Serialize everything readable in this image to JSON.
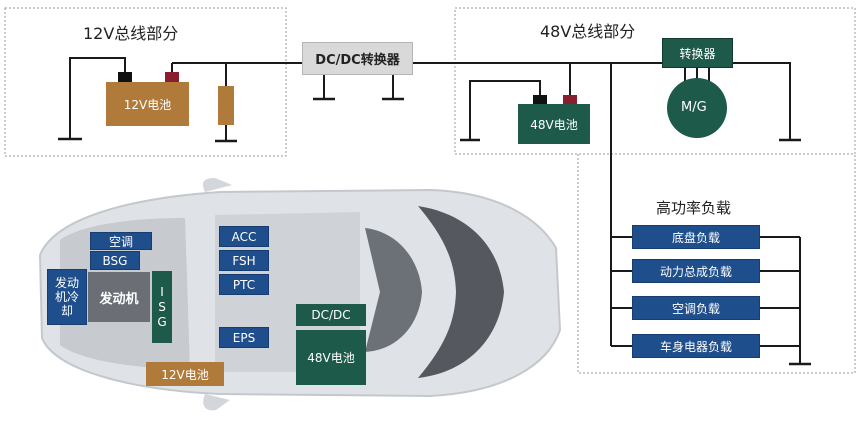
{
  "top": {
    "bus12_title": "12V总线部分",
    "bus48_title": "48V总线部分",
    "dcdc_label": "DC/DC转换器",
    "battery12_label": "12V电池",
    "battery48_label": "48V电池",
    "converter_label": "转换器",
    "motor_label": "M/G"
  },
  "loads": {
    "title": "高功率负载",
    "items": [
      "底盘负载",
      "动力总成负载",
      "空调负载",
      "车身电器负载"
    ]
  },
  "car": {
    "aircon_label": "空调",
    "bsg_label": "BSG",
    "engine_cooling_label": "发动\n机冷\n却",
    "engine_label": "发动机",
    "isg_label": "I\nS\nG",
    "acc_label": "ACC",
    "fsh_label": "FSH",
    "ptc_label": "PTC",
    "eps_label": "EPS",
    "dcdc_label": "DC/DC",
    "battery48_label": "48V电池",
    "battery12_label": "12V电池"
  },
  "colors": {
    "navy": "#1f4e8c",
    "teal": "#1e5a4a",
    "brown": "#b07a3a",
    "gray_box": "#d9d9d9"
  }
}
